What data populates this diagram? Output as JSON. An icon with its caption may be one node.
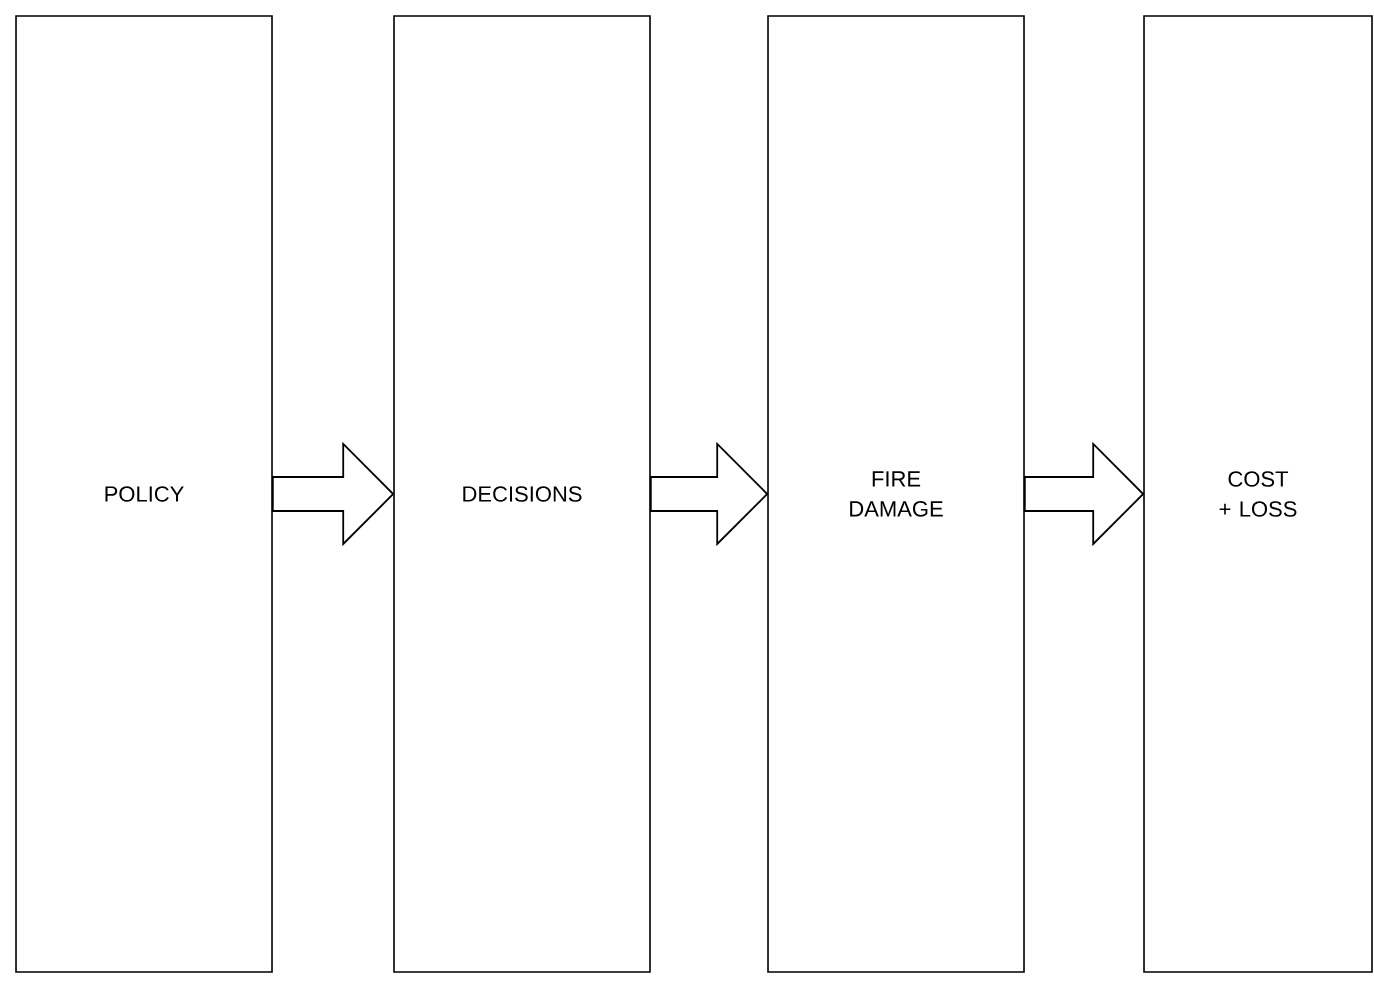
{
  "diagram": {
    "nodes": [
      {
        "text": [
          "POLICY"
        ]
      },
      {
        "text": [
          "DECISIONS"
        ]
      },
      {
        "text": [
          "FIRE DAMAGE"
        ]
      },
      {
        "text": [
          "COST + LOSS"
        ]
      }
    ],
    "edges": [
      {
        "from": 0,
        "to": 1,
        "arrow": "to"
      },
      {
        "from": 1,
        "to": 2,
        "arrow": "to"
      },
      {
        "from": 2,
        "to": 3,
        "arrow": "to"
      }
    ]
  }
}
